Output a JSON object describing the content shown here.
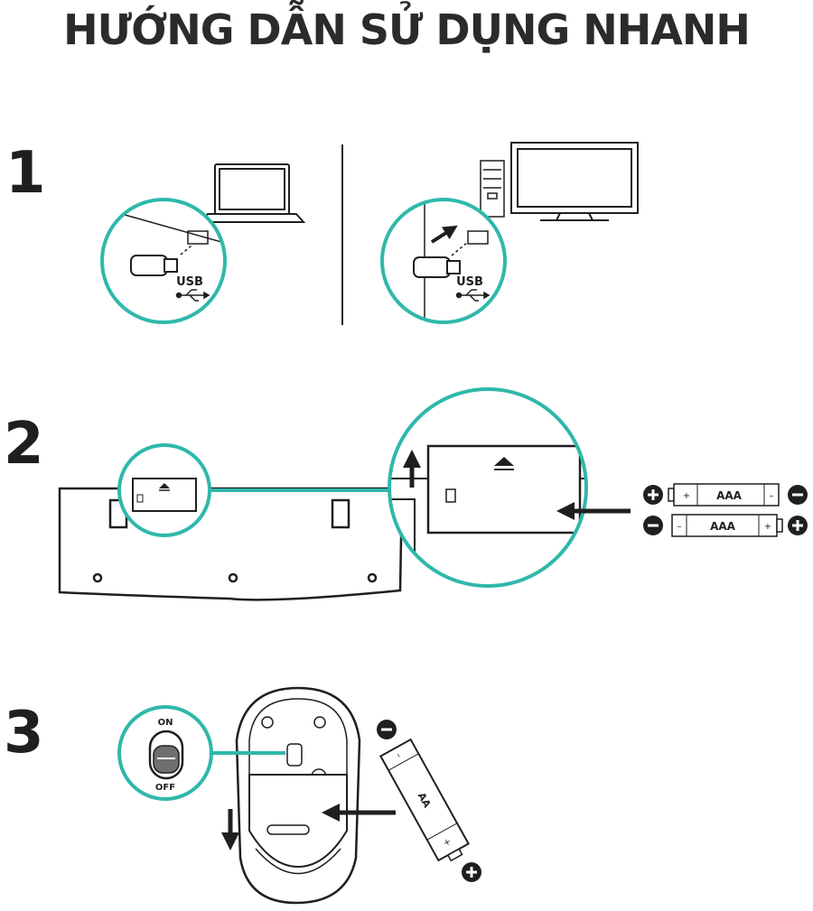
{
  "title": "HƯỚNG DẪN SỬ DỤNG NHANH",
  "steps": [
    {
      "number": "1"
    },
    {
      "number": "2"
    },
    {
      "number": "3"
    }
  ],
  "step1": {
    "usb_label_laptop": "USB",
    "usb_label_desktop": "USB"
  },
  "step2": {
    "battery_label_1": "AAA",
    "battery_label_2": "AAA",
    "plus": "+",
    "minus": "–"
  },
  "step3": {
    "switch_on_label": "ON",
    "switch_off_label": "OFF",
    "battery_label": "AA",
    "plus": "+",
    "minus": "–"
  },
  "colors": {
    "accent": "#2fb8aa",
    "ink": "#1f1f1f"
  }
}
